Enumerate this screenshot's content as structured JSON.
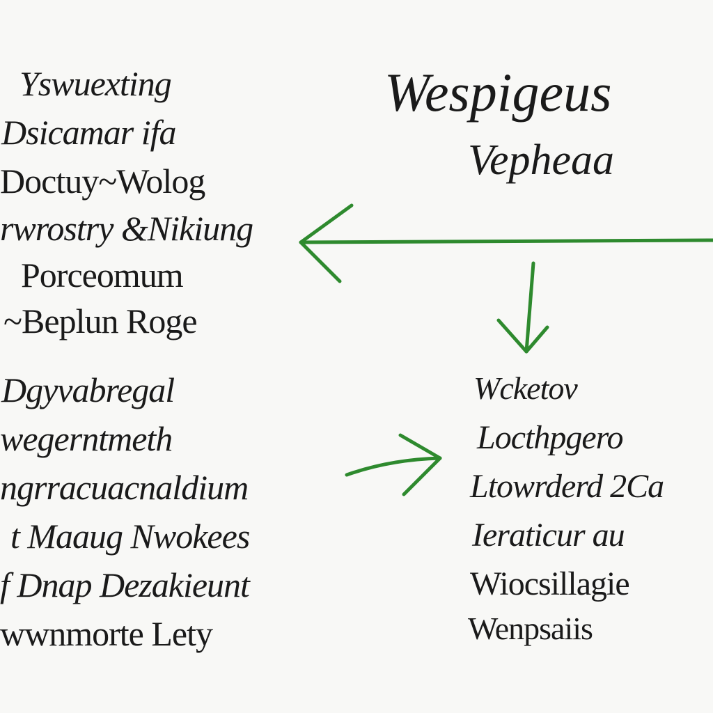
{
  "left_top_block": [
    "Yswuexting",
    "Dsicamar ifa",
    "Doctuy~Wolog",
    "rwrostry &Nikiung",
    "Porceomum",
    "~Beplun Roge"
  ],
  "left_bottom_block": [
    "Dgyvabregal",
    "wegerntmeth",
    "ngrracuacnaldium",
    "t Maaug Nwokees",
    "f Dnap Dezakieunt",
    "wwnmorte Lety"
  ],
  "right_title": {
    "line1": "Wespigeus",
    "line2": "Vepheaa"
  },
  "right_bottom_block": [
    "Wcketov",
    "Locthpgero",
    "Ltowrderd 2Ca",
    "Ieraticur au",
    "Wiocsillagie",
    "Wenpsaiis"
  ],
  "colors": {
    "arrow": "#2e8a2e",
    "text": "#1a1a1a"
  }
}
